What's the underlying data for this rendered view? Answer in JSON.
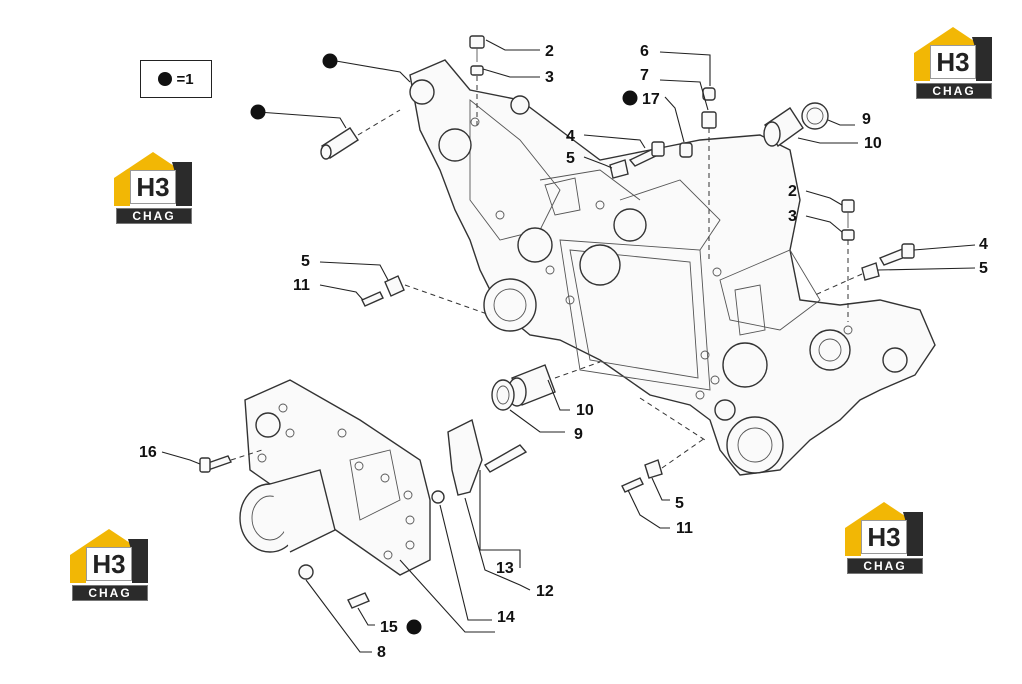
{
  "legend": {
    "text": "=1"
  },
  "watermark": {
    "mark": "H3",
    "caption": "CHAG",
    "color_yellow": "#f2b705",
    "color_dark": "#2b2b2b"
  },
  "callouts": {
    "c2a": "2",
    "c3a": "3",
    "c6": "6",
    "c7": "7",
    "c17": "17",
    "c9a": "9",
    "c10a": "10",
    "c4a": "4",
    "c5a": "5",
    "c2b": "2",
    "c3b": "3",
    "c4b": "4",
    "c5b": "5",
    "c5c": "5",
    "c11a": "11",
    "c10b": "10",
    "c9b": "9",
    "c16": "16",
    "c5d": "5",
    "c11b": "11",
    "c13": "13",
    "c12": "12",
    "c14": "14",
    "c15": "15",
    "c8": "8"
  }
}
